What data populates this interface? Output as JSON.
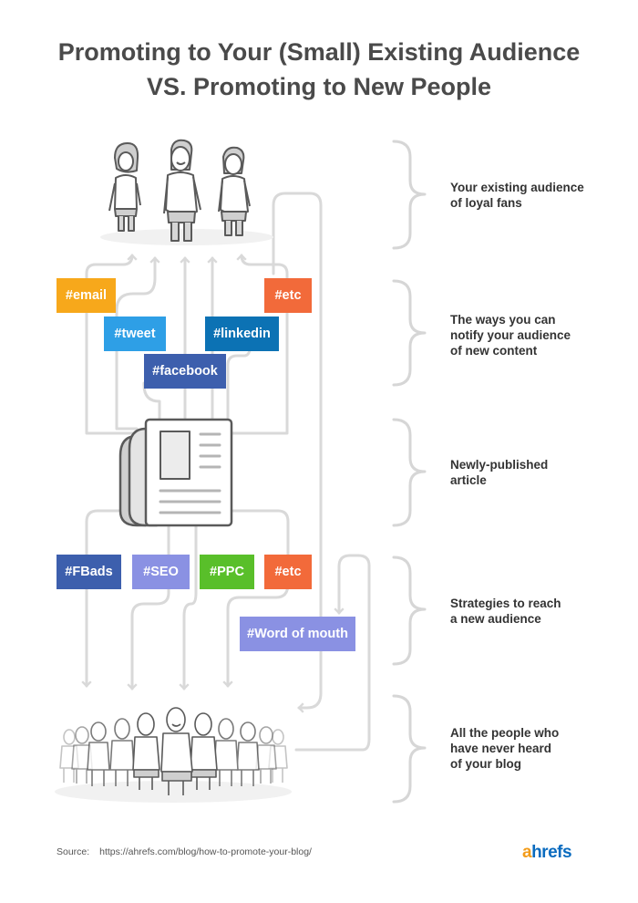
{
  "title": {
    "line1": "Promoting to Your (Small) Existing Audience",
    "line2": "VS. Promoting to New People"
  },
  "notify_channels": [
    {
      "label": "#email",
      "color": "#f7a81b"
    },
    {
      "label": "#tweet",
      "color": "#2e9fe6"
    },
    {
      "label": "#facebook",
      "color": "#3d5fad"
    },
    {
      "label": "#linkedin",
      "color": "#0c72b4"
    },
    {
      "label": "#etc",
      "color": "#f26a3a"
    }
  ],
  "reach_strategies": [
    {
      "label": "#FBads",
      "color": "#3d5fad"
    },
    {
      "label": "#SEO",
      "color": "#8a91e3"
    },
    {
      "label": "#PPC",
      "color": "#59bf2a"
    },
    {
      "label": "#etc",
      "color": "#f26a3a"
    },
    {
      "label": "#Word of mouth",
      "color": "#8a91e3"
    }
  ],
  "descriptions": [
    "Your existing audience\nof loyal fans",
    "The ways you can\nnotify your audience\nof new content",
    "Newly-published\narticle",
    "Strategies to reach\na new audience",
    "All the people who\nhave never heard\nof your blog"
  ],
  "source": {
    "label": "Source:",
    "url": "https://ahrefs.com/blog/how-to-promote-your-blog/"
  },
  "brand": {
    "first": "a",
    "rest": "hrefs"
  },
  "colors": {
    "line": "#d9d9d9",
    "bracket": "#d6d6d6",
    "figure_outline": "#5a5a5a",
    "figure_shirt": "#ffffff"
  }
}
